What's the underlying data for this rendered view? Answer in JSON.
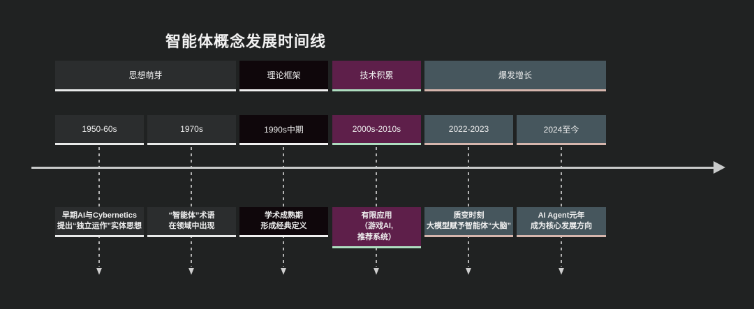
{
  "title": "智能体概念发展时间线",
  "colors": {
    "background": "#202222",
    "gray_box": "#2b2d2e",
    "black_box": "#0f070b",
    "magenta_box": "#5e1f4a",
    "slate_box": "#46565d",
    "white_underline": "#e9eaea",
    "mint_underline": "#aedec0",
    "pink_underline": "#d6b6ad",
    "text": "#f0f0f0",
    "axis_arrow": "#c9cbcb"
  },
  "phases": [
    {
      "label": "思想萌芽",
      "theme": "gray"
    },
    {
      "label": "理论框架",
      "theme": "black"
    },
    {
      "label": "技术积累",
      "theme": "magenta"
    },
    {
      "label": "爆发增长",
      "theme": "slate"
    }
  ],
  "periods": [
    {
      "label": "1950-60s",
      "theme": "gray"
    },
    {
      "label": "1970s",
      "theme": "gray"
    },
    {
      "label": "1990s中期",
      "theme": "black"
    },
    {
      "label": "2000s-2010s",
      "theme": "magenta"
    },
    {
      "label": "2022-2023",
      "theme": "slate"
    },
    {
      "label": "2024至今",
      "theme": "slate"
    }
  ],
  "events": [
    {
      "text": "早期AI与Cybernetics\n提出“独立运作”实体思想",
      "theme": "gray"
    },
    {
      "text": "“智能体”术语\n在领域中出现",
      "theme": "gray"
    },
    {
      "text": "学术成熟期\n形成经典定义",
      "theme": "black"
    },
    {
      "text": "有限应用\n（游戏AI,\n推荐系统）",
      "theme": "magenta"
    },
    {
      "text": "质变时刻\n大模型赋予智能体“大脑”",
      "theme": "slate"
    },
    {
      "text": "AI Agent元年\n成为核心发展方向",
      "theme": "slate"
    }
  ]
}
